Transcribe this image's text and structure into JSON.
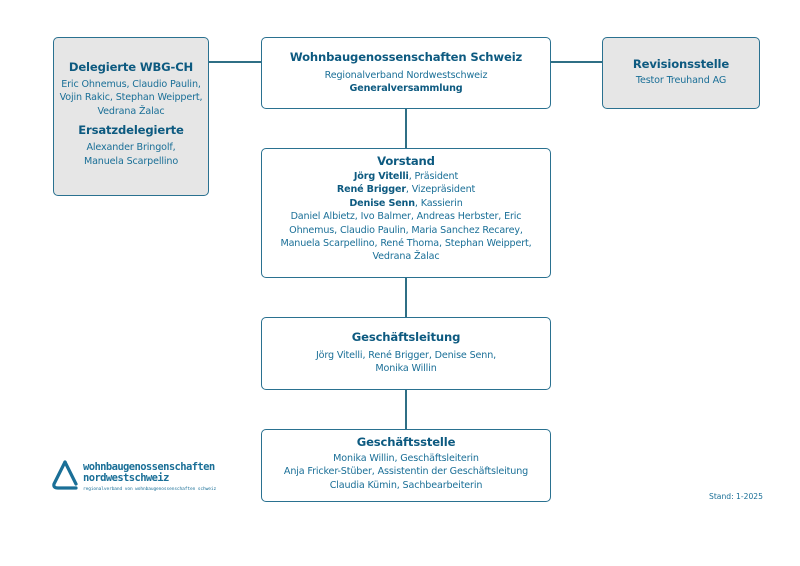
{
  "diagram": {
    "delegates": {
      "title": "Delegierte WBG-CH",
      "members": "Eric Ohnemus, Claudio Paulin, Vojin Rakic, Stephan Weippert, Vedrana Žalac",
      "substitutes_title": "Ersatzdelegierte",
      "substitutes": "Alexander Bringolf, Manuela Scarpellino"
    },
    "assembly": {
      "title": "Wohnbaugenossenschaften Schweiz",
      "subtitle": "Regionalverband Nordwestschweiz",
      "body": "Generalversammlung"
    },
    "audit": {
      "title": "Revisionsstelle",
      "body": "Testor Treuhand AG"
    },
    "board": {
      "title": "Vorstand",
      "officers": [
        {
          "name": "Jörg Vitelli",
          "role": ", Präsident"
        },
        {
          "name": "René Brigger",
          "role": ", Vizepräsident"
        },
        {
          "name": "Denise Senn",
          "role": ", Kassierin"
        }
      ],
      "members": "Daniel Albietz, Ivo Balmer, Andreas Herbster, Eric Ohnemus, Claudio Paulin, Maria Sanchez Recarey, Manuela Scarpellino, René Thoma, Stephan Weippert, Vedrana Žalac"
    },
    "management": {
      "title": "Geschäftsleitung",
      "body": "Jörg Vitelli, René Brigger, Denise Senn, Monika Willin"
    },
    "office": {
      "title": "Geschäftsstelle",
      "lines": [
        "Monika Willin, Geschäftsleiterin",
        "Anja Fricker-Stüber, Assistentin der Geschäftsleitung",
        "Claudia Kümin, Sachbearbeiterin"
      ]
    }
  },
  "logo": {
    "icon": "triangle-logo-icon",
    "line1": "wohnbaugenossenschaften",
    "line2": "nordwestschweiz",
    "tagline": "regionalverband von wohnbaugenossenschaften schweiz"
  },
  "footer": {
    "stand": "Stand: 1-2025"
  },
  "colors": {
    "primary": "#0d5a80",
    "text": "#1a6f97",
    "border": "#2a7190",
    "grey_box": "#e6e6e6"
  }
}
